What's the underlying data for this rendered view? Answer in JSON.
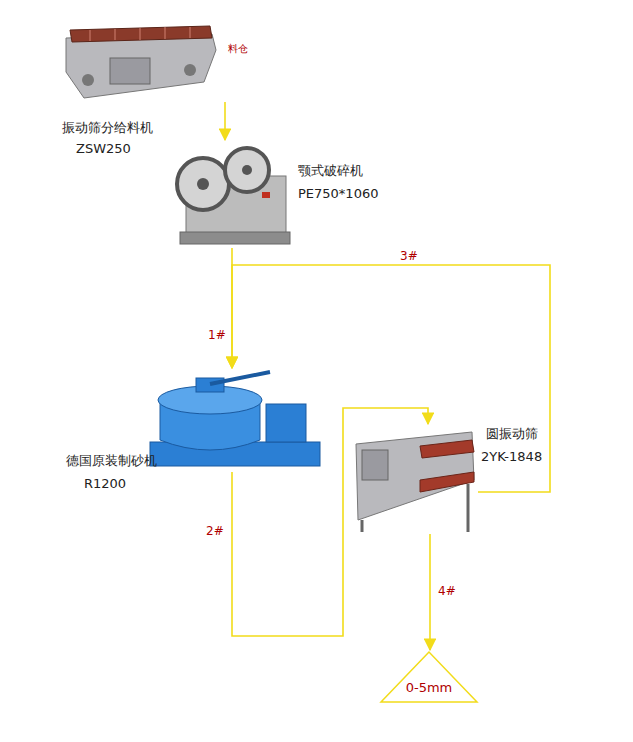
{
  "diagram": {
    "nodes": [
      {
        "text": [
          "振动筛分给料机",
          "ZSW250"
        ]
      },
      {
        "text": [
          "颚式破碎机",
          "PE750*1060"
        ]
      },
      {
        "text": [
          "德国原装制砂机",
          "R1200"
        ]
      },
      {
        "text": [
          "圆振动筛",
          "2YK-1848"
        ]
      },
      {
        "text": [
          "0-5mm"
        ]
      }
    ],
    "edges": [
      {
        "from": 0,
        "to": 1,
        "arrow": "to"
      },
      {
        "from": 1,
        "to": 2,
        "label": "1#",
        "arrow": "to"
      },
      {
        "from": 2,
        "to": 3,
        "label": "2#",
        "arrow": "to"
      },
      {
        "from": 3,
        "to": 2,
        "label": "3#",
        "arrow": "to"
      },
      {
        "from": 3,
        "to": 4,
        "label": "4#",
        "arrow": "to"
      }
    ],
    "labels": [
      "料仓"
    ]
  }
}
